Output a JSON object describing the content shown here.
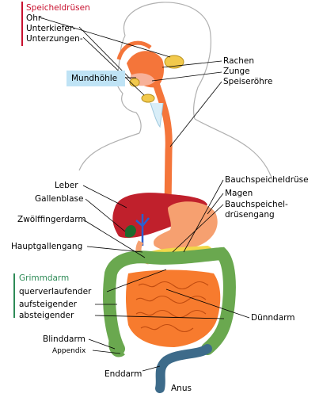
{
  "groups": {
    "speicheldruesen": {
      "title": "Speicheldrüsen",
      "color": "#c8102e"
    },
    "grimmdarm": {
      "title": "Grimmdarm",
      "color": "#2e8b57"
    }
  },
  "labels": {
    "ohr": "Ohr-",
    "unterkiefer": "Unterkiefer-",
    "unterzungen": "Unterzungen-",
    "mundhoehle": "Mundhöhle",
    "rachen": "Rachen",
    "zunge": "Zunge",
    "speiseroehre": "Speiseröhre",
    "leber": "Leber",
    "gallenblase": "Gallenblase",
    "zwoelffingerdarm": "Zwölffingerdarm",
    "hauptgallengang": "Hauptgallengang",
    "bauchspeicheldruese": "Bauchspeicheldrüse",
    "magen": "Magen",
    "bauchspeichel1": "Bauchspeichel-",
    "bauchspeichel2": "drüsengang",
    "querverlaufender": "querverlaufender",
    "aufsteigender": "aufsteigender",
    "absteigender": "absteigender",
    "duenndarm": "Dünndarm",
    "blinddarm": "Blinddarm",
    "appendix": "Appendix",
    "enddarm": "Enddarm",
    "anus": "Anus"
  },
  "colors": {
    "body_outline": "#b0b0b0",
    "esophagus": "#f4753a",
    "liver": "#c0202c",
    "stomach": "#f6a070",
    "pancreas": "#f2d84a",
    "gallbladder": "#1d6b2e",
    "bile_duct": "#2a5fd0",
    "small_intestine": "#f77b2e",
    "colon": "#6aa84f",
    "rectum": "#3d6b8a",
    "salivary": "#f2c94c",
    "mouth_highlight": "#bfe3f5"
  }
}
